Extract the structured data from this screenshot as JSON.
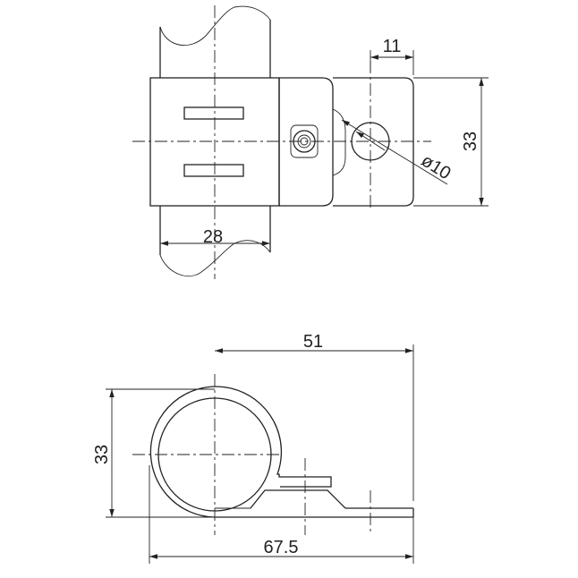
{
  "drawing": {
    "top_view": {
      "dim_width": "11",
      "dim_height": "33",
      "dim_hole": "ø10",
      "dim_pipe": "28"
    },
    "front_view": {
      "dim_top": "51",
      "dim_height": "33",
      "dim_bottom": "67.5"
    }
  },
  "colors": {
    "line": "#222222",
    "background": "#ffffff"
  }
}
